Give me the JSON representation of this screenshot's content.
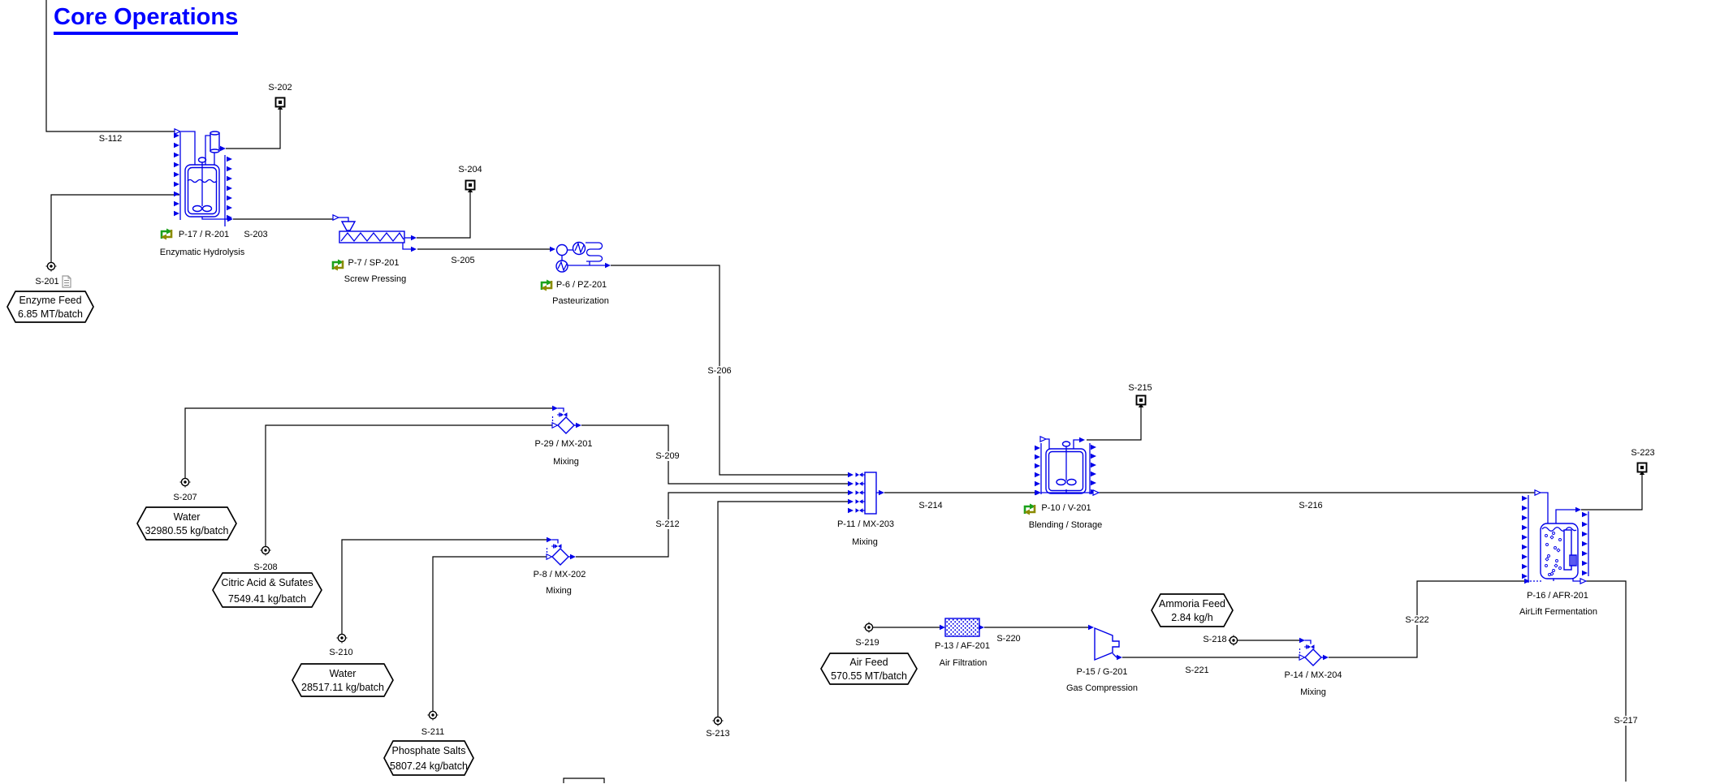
{
  "title": "Core Operations",
  "colors": {
    "equipment_blue": "#0000E8",
    "stream_black": "#000000",
    "title_blue": "#0000FF",
    "batch_icon_green": "#1BA11B",
    "batch_icon_olive": "#8B8B00"
  },
  "streams": {
    "s112": "S-112",
    "s201": "S-201",
    "s202": "S-202",
    "s203": "S-203",
    "s204": "S-204",
    "s205": "S-205",
    "s206": "S-206",
    "s207": "S-207",
    "s208": "S-208",
    "s209": "S-209",
    "s210": "S-210",
    "s211": "S-211",
    "s212": "S-212",
    "s213": "S-213",
    "s214": "S-214",
    "s215": "S-215",
    "s216": "S-216",
    "s217": "S-217",
    "s218": "S-218",
    "s219": "S-219",
    "s220": "S-220",
    "s221": "S-221",
    "s222": "S-222",
    "s223": "S-223"
  },
  "equipment": {
    "r201": {
      "tag": "P-17 / R-201",
      "name": "Enzymatic Hydrolysis"
    },
    "sp201": {
      "tag": "P-7 / SP-201",
      "name": "Screw Pressing"
    },
    "pz201": {
      "tag": "P-6 / PZ-201",
      "name": "Pasteurization"
    },
    "mx201": {
      "tag": "P-29 / MX-201",
      "name": "Mixing"
    },
    "mx202": {
      "tag": "P-8 / MX-202",
      "name": "Mixing"
    },
    "mx203": {
      "tag": "P-11 / MX-203",
      "name": "Mixing"
    },
    "v201": {
      "tag": "P-10 / V-201",
      "name": "Blending / Storage"
    },
    "af201": {
      "tag": "P-13 / AF-201",
      "name": "Air Filtration"
    },
    "g201": {
      "tag": "P-15 / G-201",
      "name": "Gas Compression"
    },
    "mx204": {
      "tag": "P-14 / MX-204",
      "name": "Mixing"
    },
    "afr201": {
      "tag": "P-16 / AFR-201",
      "name": "AirLift Fermentation"
    }
  },
  "feed_tags": {
    "enzyme": {
      "line1": "Enzyme Feed",
      "line2": "6.85 MT/batch"
    },
    "water1": {
      "line1": "Water",
      "line2": "32980.55 kg/batch"
    },
    "citric": {
      "line1": "Citric Acid & Sufates",
      "line2": "7549.41 kg/batch"
    },
    "water2": {
      "line1": "Water",
      "line2": "28517.11 kg/batch"
    },
    "phosphate": {
      "line1": "Phosphate Salts",
      "line2": "5807.24 kg/batch"
    },
    "air": {
      "line1": "Air Feed",
      "line2": "570.55 MT/batch"
    },
    "ammonia": {
      "line1": "Ammoria Feed",
      "line2": "2.84 kg/h"
    }
  }
}
